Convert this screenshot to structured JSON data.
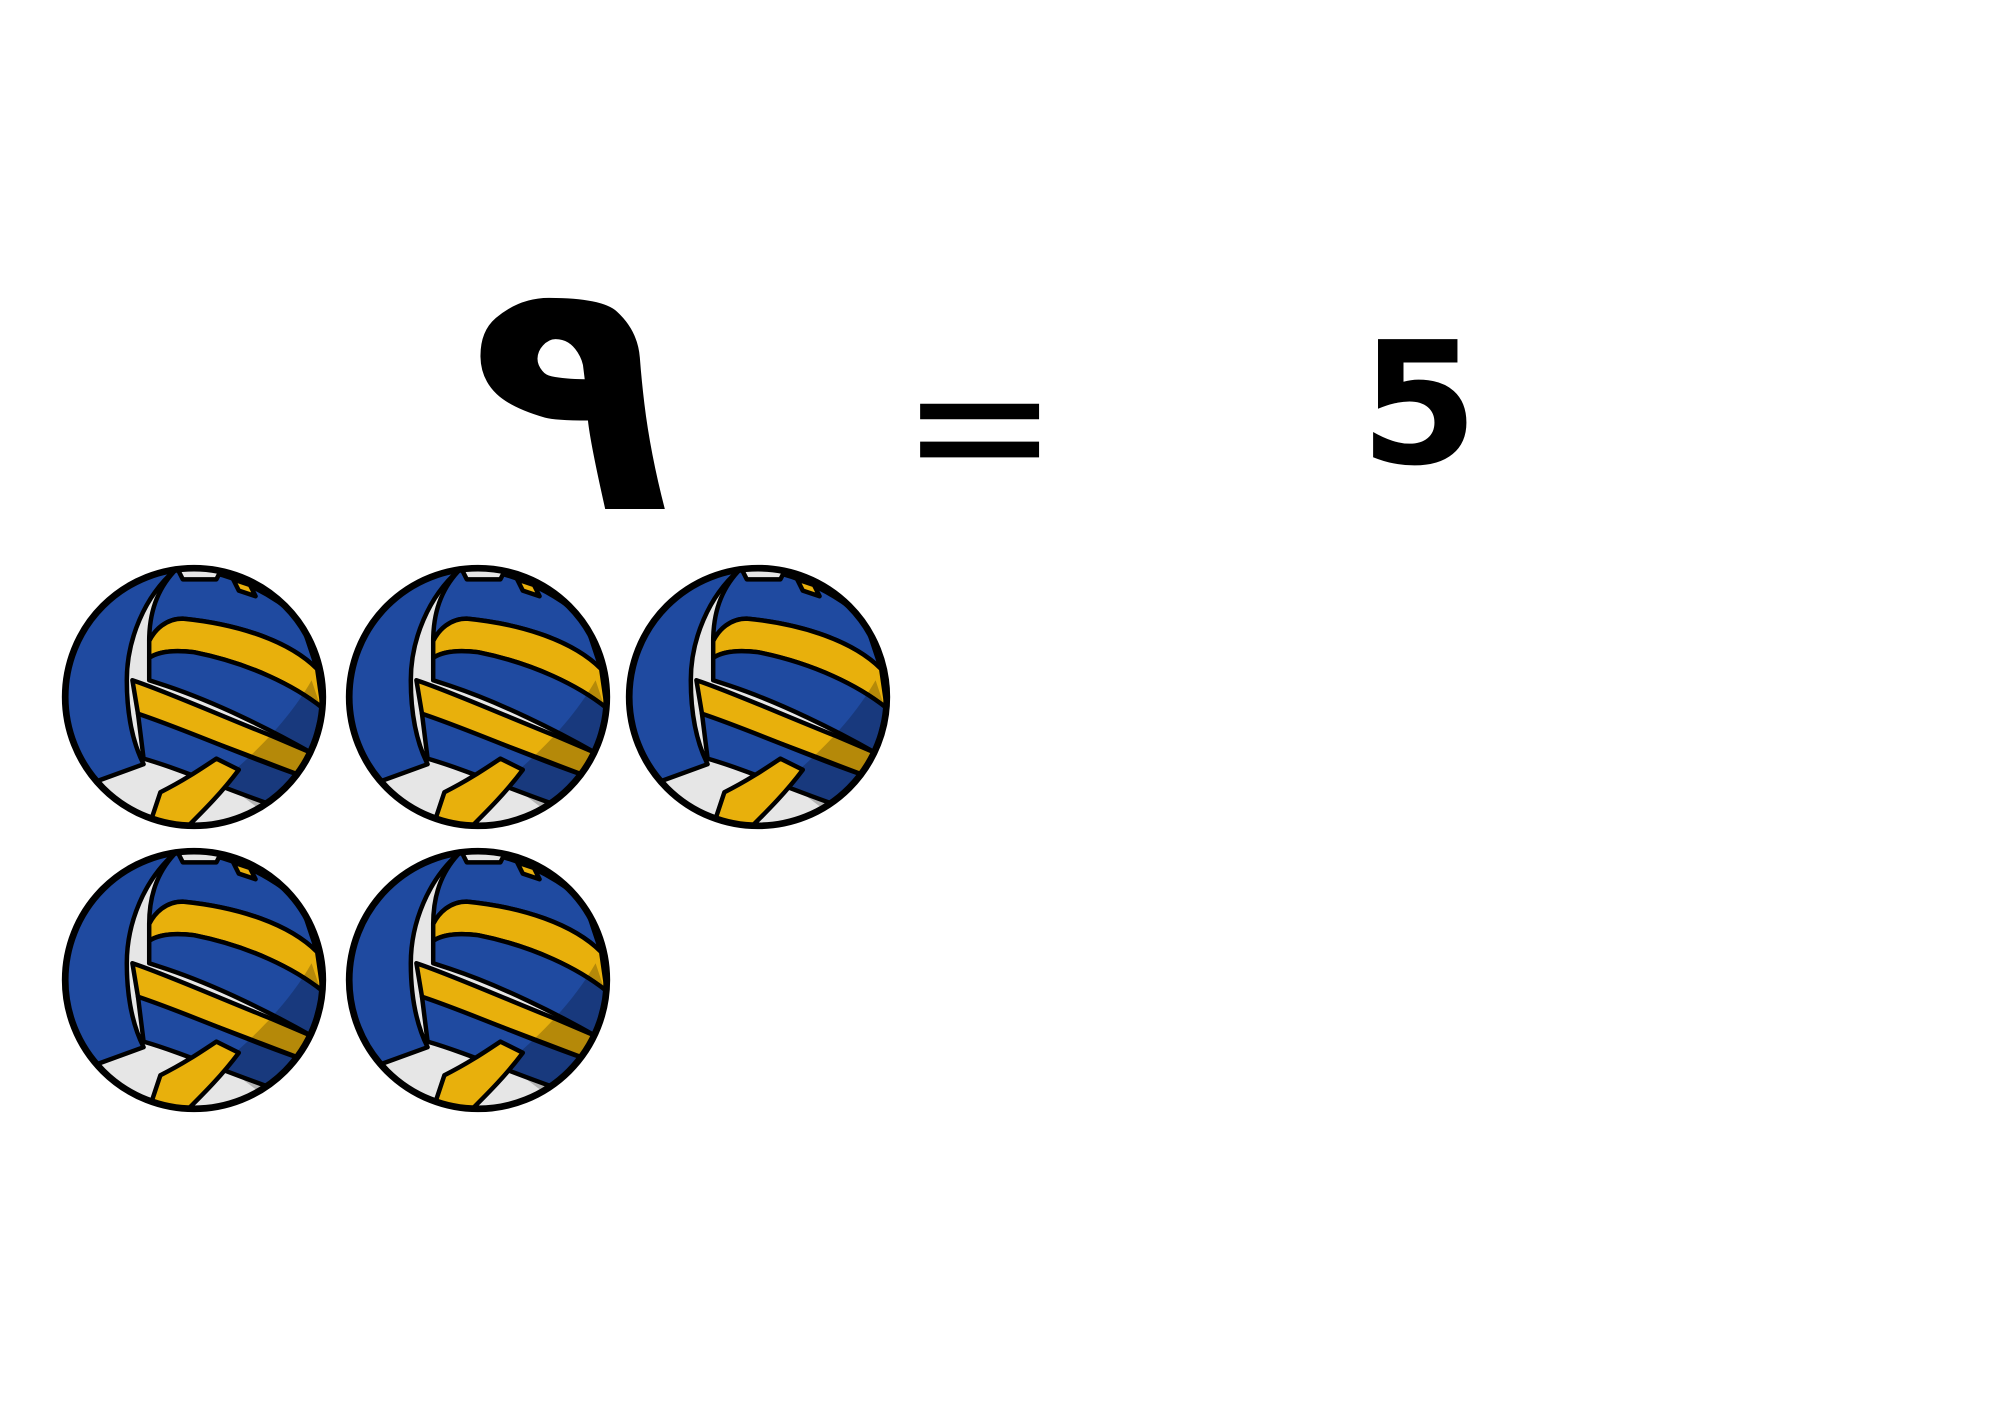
{
  "equation": {
    "numeral": "٩",
    "operator": "=",
    "value": "5"
  },
  "counting": {
    "object": "volleyball-icon",
    "count": 5
  },
  "colors": {
    "ball_blue": "#1f4aa0",
    "ball_yellow": "#e8b00c",
    "ball_white": "#e6e6e6",
    "ink": "#000000"
  }
}
